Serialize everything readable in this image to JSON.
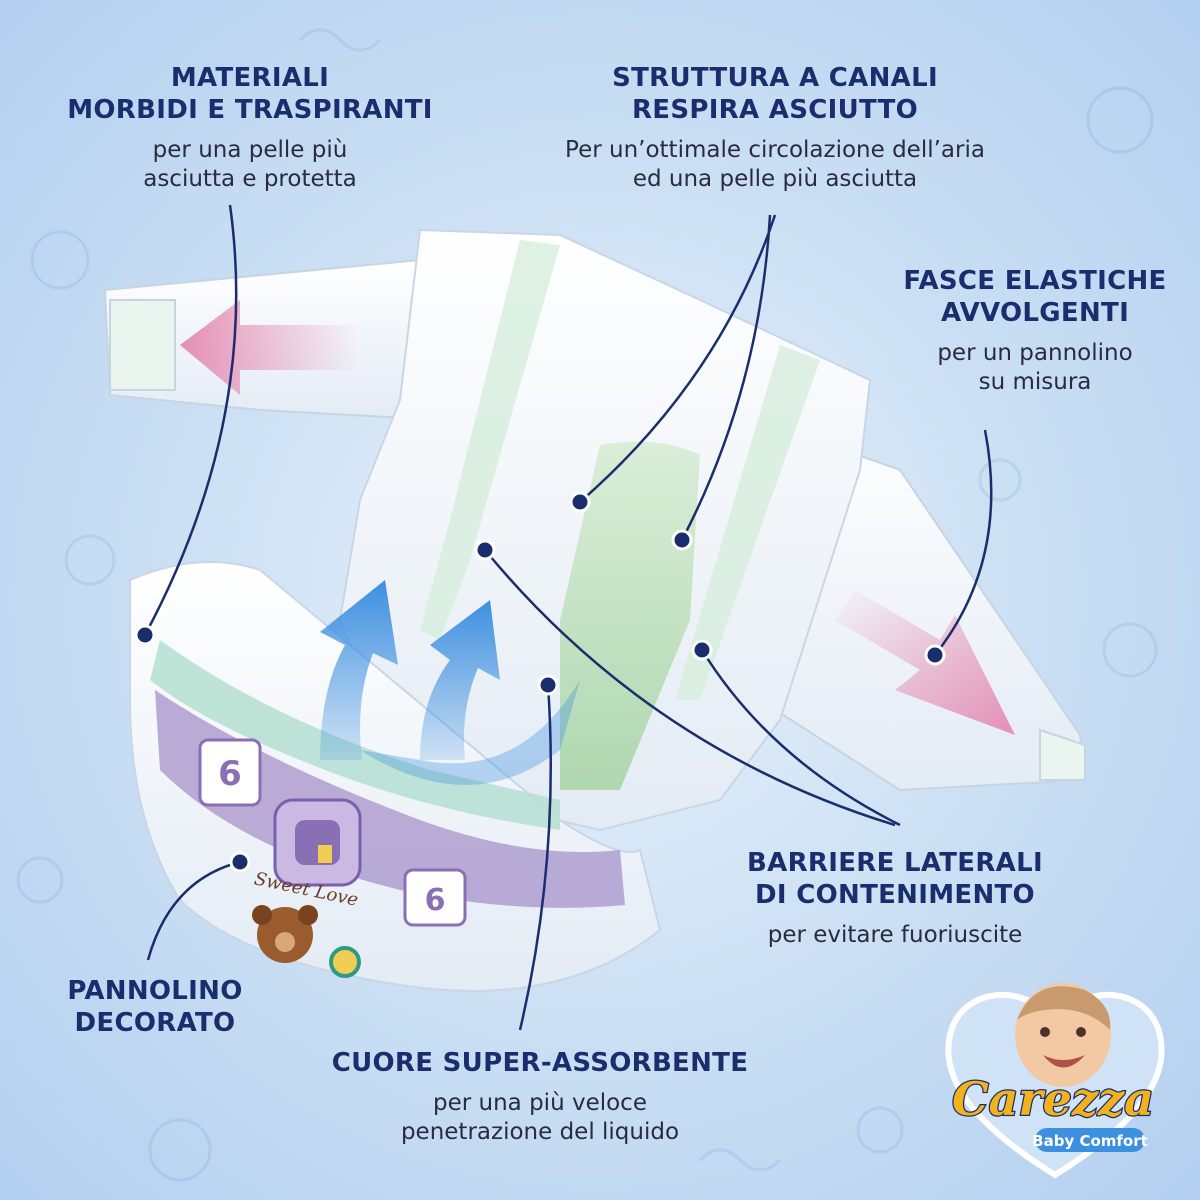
{
  "callouts": {
    "materiali": {
      "title_1": "MATERIALI",
      "title_2": "MORBIDI E TRASPIRANTI",
      "desc_1": "per una pelle più",
      "desc_2": "asciutta e protetta"
    },
    "struttura": {
      "title_1": "STRUTTURA A CANALI",
      "title_2": "RESPIRA ASCIUTTO",
      "desc_1": "Per un’ottimale circolazione dell’aria",
      "desc_2": "ed una pelle più asciutta"
    },
    "fasce": {
      "title_1": "FASCE ELASTICHE",
      "title_2": "AVVOLGENTI",
      "desc_1": "per un pannolino",
      "desc_2": "su misura"
    },
    "barriere": {
      "title_1": "BARRIERE LATERALI",
      "title_2": "DI CONTENIMENTO",
      "desc_1": "per evitare fuoriuscite"
    },
    "pannolino": {
      "title_1": "PANNOLINO",
      "title_2": "DECORATO"
    },
    "cuore": {
      "title_1": "CUORE SUPER-ASSORBENTE",
      "desc_1": "per una più veloce",
      "desc_2": "penetrazione del liquido"
    }
  },
  "diaper": {
    "size_number_1": "6",
    "size_number_2": "6",
    "print_text": "Sweet Love"
  },
  "brand": {
    "name": "Carezza",
    "tagline": "Baby Comfort"
  },
  "colors": {
    "navy": "#1a2e6e",
    "arrow_blue": "#3d8fe0",
    "arrow_pink": "#e58fb4",
    "purple_band": "#a68bc9",
    "brand_gold": "#f2b21c"
  }
}
